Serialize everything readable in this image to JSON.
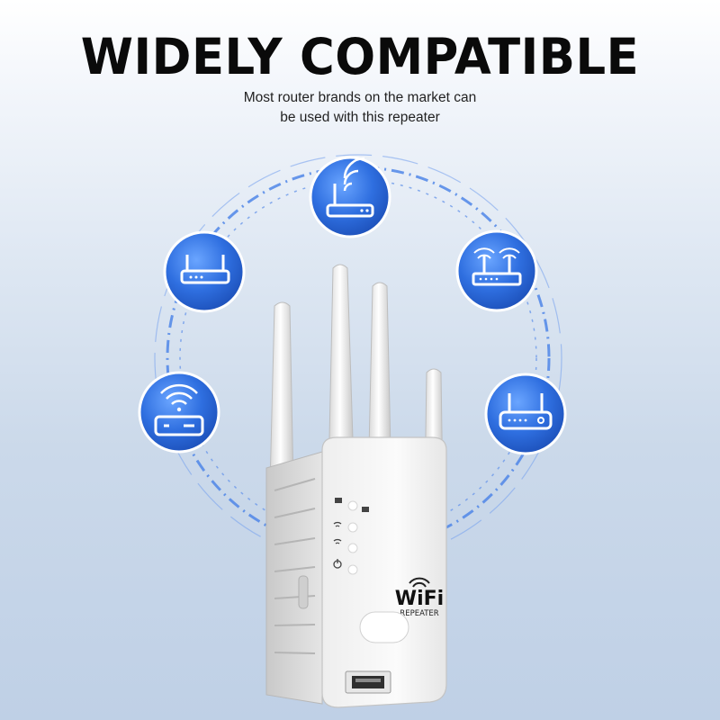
{
  "headline": "WIDELY COMPATIBLE",
  "subtitle": {
    "line1": "Most router brands on the market can",
    "line2": "be used with this repeater"
  },
  "router_icons": [
    {
      "name": "router-top-icon"
    },
    {
      "name": "router-upper-left-icon"
    },
    {
      "name": "router-upper-right-icon"
    },
    {
      "name": "router-lower-left-icon"
    },
    {
      "name": "router-lower-right-icon"
    }
  ],
  "device": {
    "logo_text": "WiFi",
    "logo_subtext": "REPEATER",
    "indicators": [
      "lan-indicator-icon",
      "wifi-indicator-icon",
      "wifi-indicator-2-icon",
      "power-indicator-icon"
    ]
  },
  "colors": {
    "accent_blue": "#2f6fe0",
    "ring_blue": "#3d7be6",
    "device_white": "#f4f4f4"
  }
}
